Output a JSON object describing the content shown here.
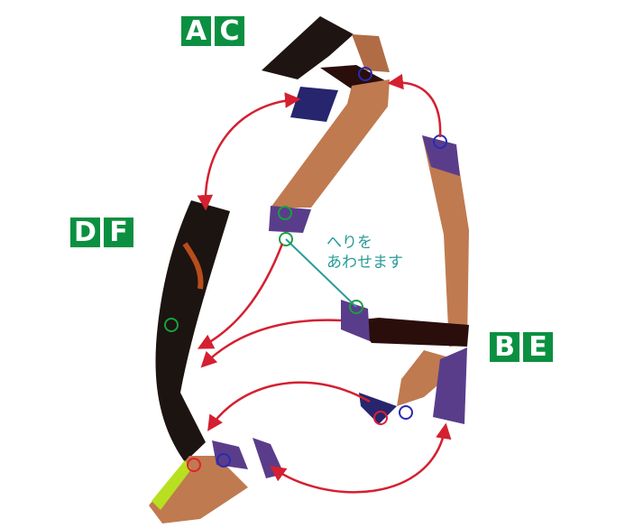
{
  "labels": {
    "ac": [
      "A",
      "C"
    ],
    "df": [
      "D",
      "F"
    ],
    "be": [
      "B",
      "E"
    ]
  },
  "note": {
    "line1": "へりを",
    "line2": "あわせます"
  },
  "colors": {
    "label_bg": "#0a9040",
    "label_text": "#ffffff",
    "arrow": "#d42030",
    "guide_line": "#2a9c98",
    "strip_brown": "#c07a50",
    "strip_dark": "#3a1a14",
    "tab_purple": "#5a3d8a",
    "tab_navy": "#27256e",
    "accent_green": "#b8e020",
    "circle_blue": "#2a2ab0",
    "circle_green": "#18a040",
    "circle_red": "#e02030"
  }
}
